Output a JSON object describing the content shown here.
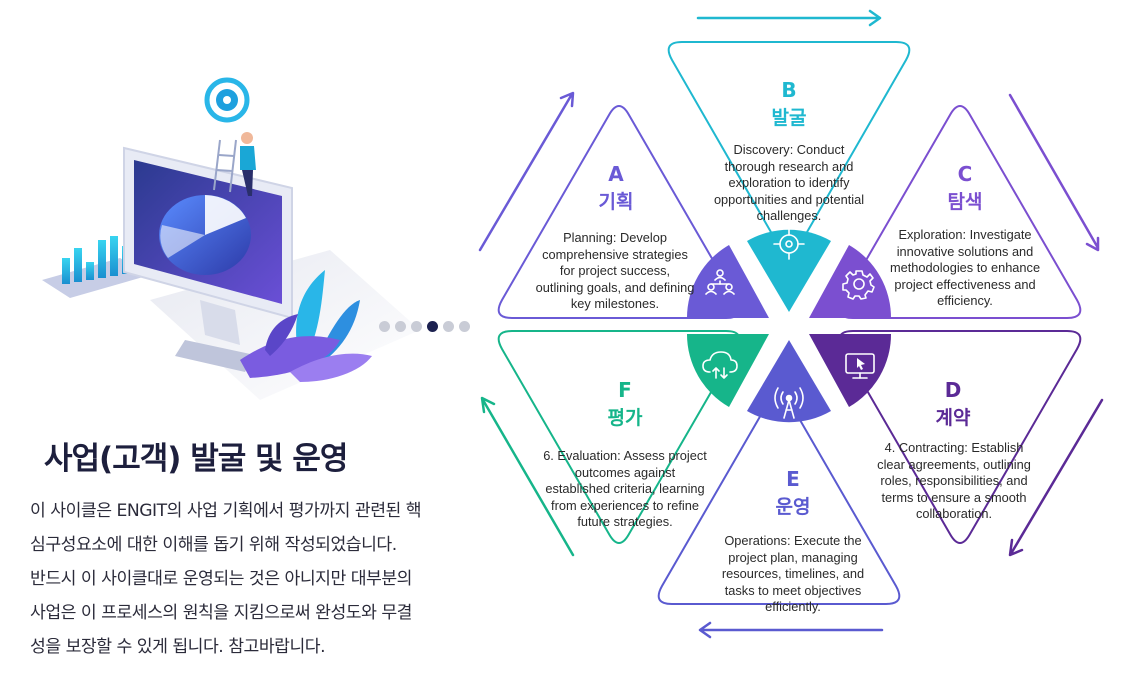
{
  "heading": "사업(고객) 발굴 및 운영",
  "description_lines": [
    "이 사이클은 ENGIT의 사업 기획에서 평가까지 관련된 핵",
    "심구성요소에 대한 이해를 돕기 위해 작성되었습니다.",
    "반드시 이 사이클대로 운영되는 것은 아니지만 대부분의",
    "사업은 이 프로세스의 원칙을 지킴으로써 완성도와 무결",
    "성을 보장할 수 있게 됩니다. 참고바랍니다."
  ],
  "pagination": {
    "count": 6,
    "active_index": 3
  },
  "segments": [
    {
      "letter": "A",
      "name": "기획",
      "color": "#6a5ad6",
      "icon": "org-chart-icon",
      "lines": [
        "Planning: Develop",
        "comprehensive strategies",
        "for project success,",
        "outlining goals, and defining",
        "key milestones."
      ]
    },
    {
      "letter": "B",
      "name": "발굴",
      "color": "#1fb8d0",
      "icon": "target-icon",
      "lines": [
        "Discovery: Conduct",
        "thorough research and",
        "exploration to identify",
        "opportunities and potential",
        "challenges."
      ]
    },
    {
      "letter": "C",
      "name": "탐색",
      "color": "#7b4fd0",
      "icon": "gear-icon",
      "lines": [
        "Exploration: Investigate",
        "innovative solutions and",
        "methodologies to enhance",
        "project effectiveness and",
        "efficiency."
      ]
    },
    {
      "letter": "D",
      "name": "계약",
      "color": "#5b2a96",
      "icon": "monitor-cursor-icon",
      "lines": [
        "4. Contracting: Establish",
        "clear agreements, outlining",
        "roles, responsibilities, and",
        "terms to ensure a smooth",
        "collaboration."
      ]
    },
    {
      "letter": "E",
      "name": "운영",
      "color": "#5a5ad0",
      "icon": "antenna-icon",
      "lines": [
        "Operations: Execute the",
        "project plan, managing",
        "resources, timelines, and",
        "tasks to meet objectives",
        "efficiently."
      ]
    },
    {
      "letter": "F",
      "name": "평가",
      "color": "#16b58a",
      "icon": "cloud-sync-icon",
      "lines": [
        "6. Evaluation: Assess project",
        "outcomes against",
        "established criteria, learning",
        "from experiences to refine",
        "future strategies."
      ]
    }
  ]
}
